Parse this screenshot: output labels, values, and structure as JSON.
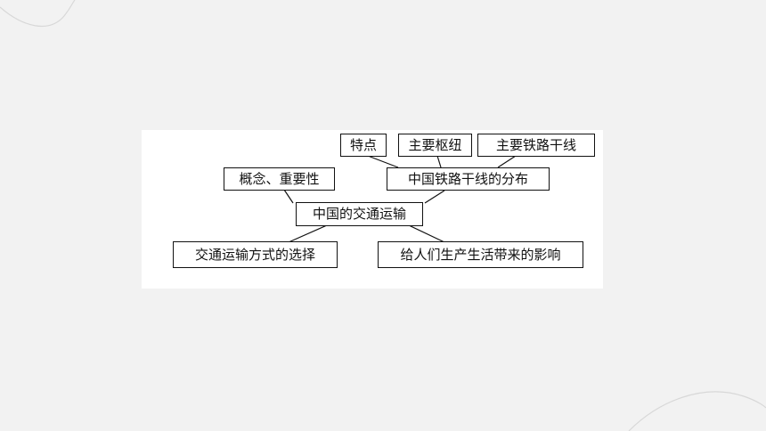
{
  "diagram": {
    "root": {
      "label": "中国的交通运输"
    },
    "branches": {
      "concept": {
        "label": "概念、重要性"
      },
      "railway": {
        "label": "中国铁路干线的分布"
      },
      "mode_choice": {
        "label": "交通运输方式的选择"
      },
      "impact": {
        "label": "给人们生产生活带来的影响"
      }
    },
    "railway_children": {
      "features": {
        "label": "特点"
      },
      "hubs": {
        "label": "主要枢纽"
      },
      "trunk_lines": {
        "label": "主要铁路干线"
      }
    }
  },
  "colors": {
    "slide_background": "#f2f2f2",
    "panel_background": "#ffffff",
    "ink": "#111111",
    "decoration": "#d8d8d8"
  }
}
